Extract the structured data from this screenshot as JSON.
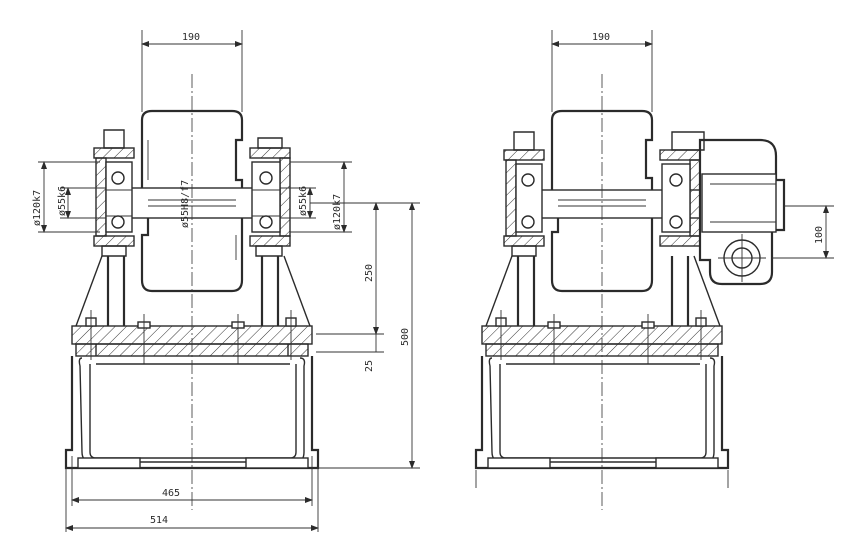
{
  "left_view": {
    "dim_wheel_width": "190",
    "dim_bearing_outer": "ø120k7",
    "dim_bearing_inner": "ø55k6",
    "dim_axle": "ø55H8/f7",
    "dim_right_inner": "ø55k6",
    "dim_right_outer": "ø120k7",
    "dim_height_250": "250",
    "dim_height_500": "500",
    "dim_plate_25": "25",
    "dim_base_465": "465",
    "dim_base_514": "514"
  },
  "right_view": {
    "dim_wheel_width": "190",
    "dim_motor_offset": "100"
  },
  "colors": {
    "line": "#2b2b2b",
    "paper": "#ffffff"
  }
}
